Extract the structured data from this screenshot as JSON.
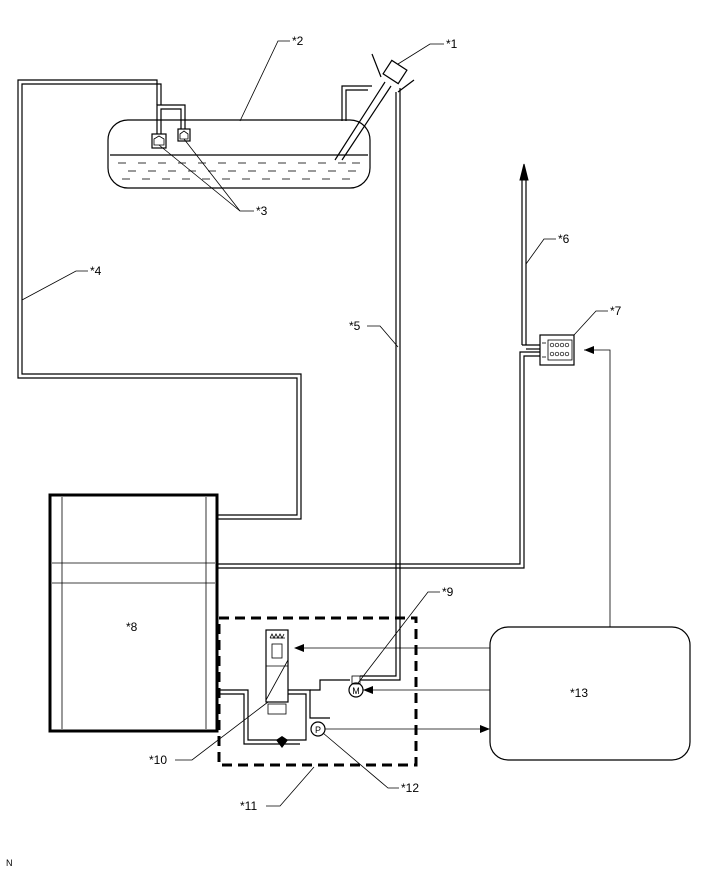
{
  "diagram": {
    "labels": {
      "l1": "*1",
      "l2": "*2",
      "l3": "*3",
      "l4": "*4",
      "l5": "*5",
      "l6": "*6",
      "l7": "*7",
      "l8": "*8",
      "l9": "*9",
      "l10": "*10",
      "l11": "*11",
      "l12": "*12",
      "l13": "*13"
    },
    "motor_symbol": "M",
    "pump_symbol": "P",
    "footer_code": "N"
  }
}
